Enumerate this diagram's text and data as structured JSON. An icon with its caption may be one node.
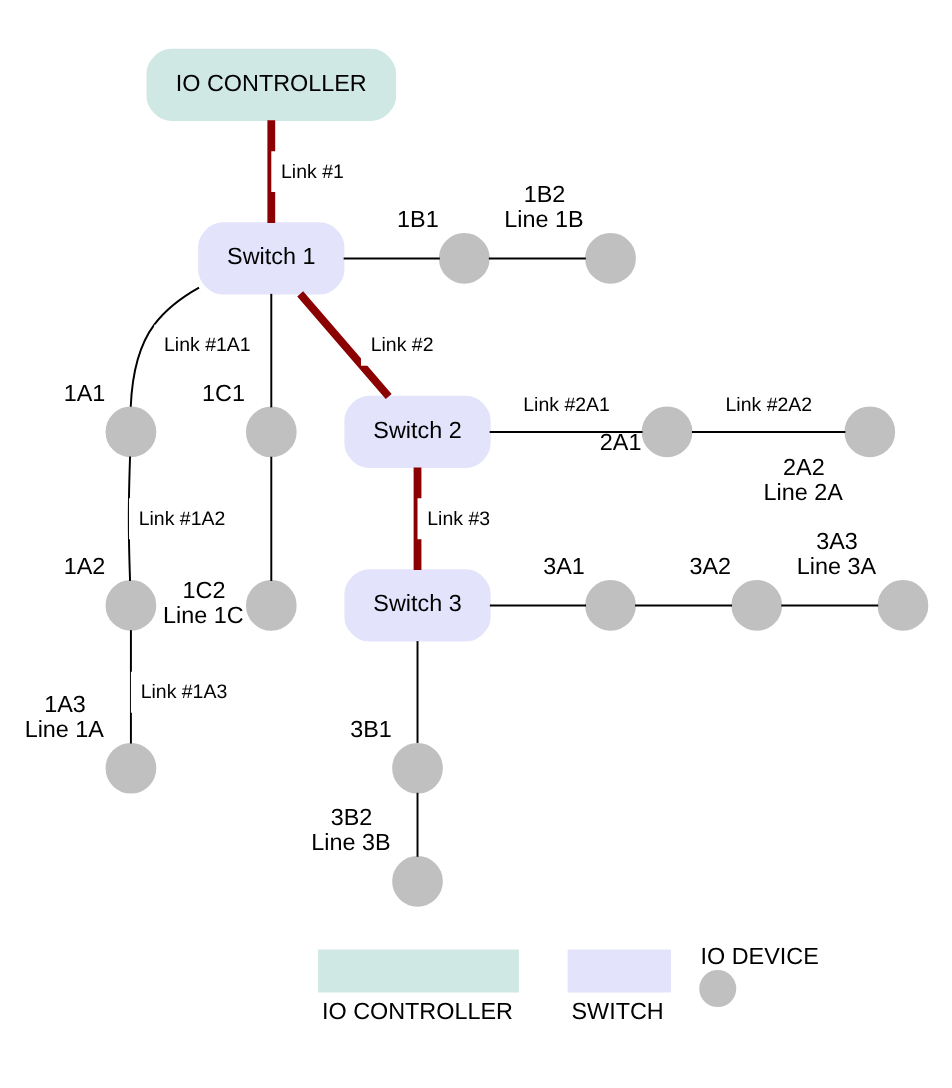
{
  "diagram": {
    "nodes": [
      {
        "text": [
          "IO CONTROLLER"
        ]
      },
      {
        "text": [
          "Switch 1"
        ]
      },
      {
        "text": [],
        "shape": "circle",
        "beside": [
          "1A1"
        ]
      },
      {
        "text": [],
        "shape": "circle",
        "beside": [
          "1A2"
        ]
      },
      {
        "text": [],
        "shape": "circle",
        "beside": [
          "1A3",
          "Line 1A"
        ]
      },
      {
        "text": [],
        "shape": "circle",
        "beside": [
          "1B1"
        ]
      },
      {
        "text": [],
        "shape": "circle",
        "beside": [
          "1B2",
          "Line 1B"
        ]
      },
      {
        "text": [],
        "shape": "circle",
        "beside": [
          "1C1"
        ]
      },
      {
        "text": [],
        "shape": "circle",
        "beside": [
          "1C2",
          "Line 1C"
        ]
      },
      {
        "text": [
          "Switch 2"
        ]
      },
      {
        "text": [],
        "shape": "circle",
        "beside": [
          "2A1"
        ]
      },
      {
        "text": [],
        "shape": "circle",
        "beside": [
          "2A2",
          "Line 2A"
        ]
      },
      {
        "text": [
          "Switch 3"
        ]
      },
      {
        "text": [],
        "shape": "circle",
        "beside": [
          "3A1"
        ]
      },
      {
        "text": [],
        "shape": "circle",
        "beside": [
          "3A2"
        ]
      },
      {
        "text": [],
        "shape": "circle",
        "beside": [
          "3A3",
          "Line 3A"
        ]
      },
      {
        "text": [],
        "shape": "circle",
        "beside": [
          "3B1"
        ]
      },
      {
        "text": [],
        "shape": "circle",
        "beside": [
          "3B2",
          "Line 3B"
        ]
      }
    ],
    "edges": [
      {
        "from": 0,
        "to": 1,
        "arrow": "none",
        "label": "Link #1",
        "style": "thick",
        "color": "#8b0000"
      },
      {
        "from": 1,
        "to": 9,
        "arrow": "none",
        "label": "Link #2",
        "style": "thick",
        "color": "#8b0000"
      },
      {
        "from": 9,
        "to": 12,
        "arrow": "none",
        "label": "Link #3",
        "style": "thick",
        "color": "#8b0000"
      },
      {
        "from": 1,
        "to": 2,
        "arrow": "none",
        "label": "Link #1A1"
      },
      {
        "from": 2,
        "to": 3,
        "arrow": "none",
        "label": "Link #1A2"
      },
      {
        "from": 3,
        "to": 4,
        "arrow": "none",
        "label": "Link #1A3"
      },
      {
        "from": 1,
        "to": 5,
        "arrow": "none"
      },
      {
        "from": 5,
        "to": 6,
        "arrow": "none"
      },
      {
        "from": 1,
        "to": 7,
        "arrow": "none"
      },
      {
        "from": 7,
        "to": 8,
        "arrow": "none"
      },
      {
        "from": 9,
        "to": 10,
        "arrow": "none",
        "label": "Link #2A1"
      },
      {
        "from": 10,
        "to": 11,
        "arrow": "none",
        "label": "Link #2A2"
      },
      {
        "from": 12,
        "to": 13,
        "arrow": "none"
      },
      {
        "from": 13,
        "to": 14,
        "arrow": "none"
      },
      {
        "from": 14,
        "to": 15,
        "arrow": "none"
      },
      {
        "from": 12,
        "to": 16,
        "arrow": "none"
      },
      {
        "from": 16,
        "to": 17,
        "arrow": "none"
      }
    ],
    "legend": [
      {
        "text": "IO CONTROLLER",
        "color": "#cfe8e3"
      },
      {
        "text": "SWITCH",
        "color": "#e3e3fb"
      },
      {
        "text": "IO DEVICE"
      }
    ]
  }
}
